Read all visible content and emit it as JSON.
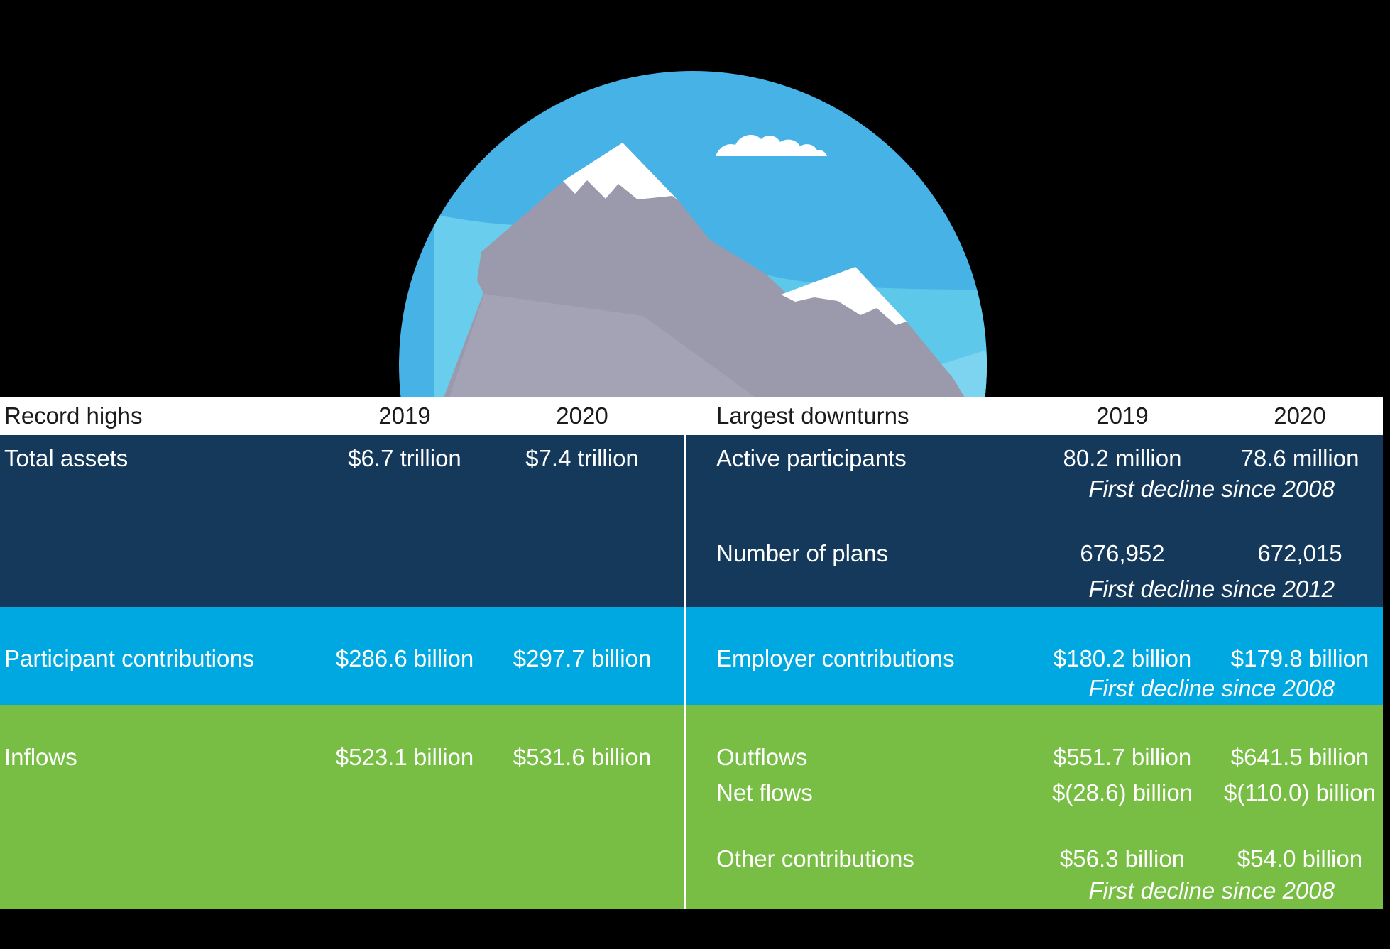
{
  "chart_data": {
    "type": "table",
    "left": {
      "title": "Record highs",
      "columns": [
        "2019",
        "2020"
      ],
      "rows": [
        {
          "label": "Total assets",
          "values": [
            "$6.7 trillion",
            "$7.4 trillion"
          ],
          "band": "navy"
        },
        {
          "label": "Participant contributions",
          "values": [
            "$286.6 billion",
            "$297.7 billion"
          ],
          "band": "blue"
        },
        {
          "label": "Inflows",
          "values": [
            "$523.1 billion",
            "$531.6 billion"
          ],
          "band": "green"
        }
      ]
    },
    "right": {
      "title": "Largest downturns",
      "columns": [
        "2019",
        "2020"
      ],
      "rows": [
        {
          "label": "Active participants",
          "values": [
            "80.2 million",
            "78.6 million"
          ],
          "note": "First decline since 2008",
          "band": "navy"
        },
        {
          "label": "Number of plans",
          "values": [
            "676,952",
            "672,015"
          ],
          "note": "First decline since 2012",
          "band": "navy"
        },
        {
          "label": "Employer contributions",
          "values": [
            "$180.2 billion",
            "$179.8 billion"
          ],
          "note": "First decline since 2008",
          "band": "blue"
        },
        {
          "label": "Outflows",
          "values": [
            "$551.7 billion",
            "$641.5 billion"
          ],
          "band": "green"
        },
        {
          "label": "Net flows",
          "values": [
            "$(28.6) billion",
            "$(110.0) billion"
          ],
          "band": "green"
        },
        {
          "label": "Other contributions",
          "values": [
            "$56.3 billion",
            "$54.0 billion"
          ],
          "note": "First decline since 2008",
          "band": "green"
        }
      ]
    }
  },
  "illustration": {
    "icon": "mountain-scene-icon",
    "elements": [
      "sky",
      "cloud",
      "mountain",
      "snow-caps"
    ]
  },
  "colors": {
    "navy": "#15395B",
    "blue": "#00A8E1",
    "green": "#78BD44",
    "header_text": "#1B1B1B",
    "body_text": "#FFFFFF",
    "sky": "#47B2E6",
    "sky_band_left": "#69CDEE",
    "sky_band_right": "#5EC8EB",
    "sky_band_bottom": "#7DD4F1",
    "mountain": "#9B99AC",
    "mountain_light": "#A4A2B5",
    "snow": "#FFFFFF",
    "cloud": "#FFFFFF"
  }
}
